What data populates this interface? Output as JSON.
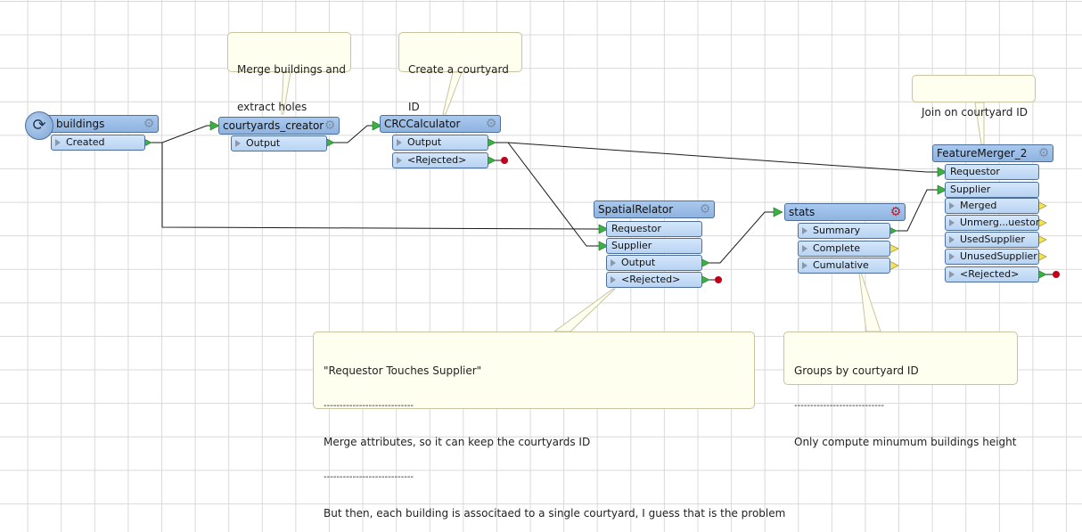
{
  "transformers": {
    "buildings": {
      "name": "buildings",
      "ports": [
        "Created"
      ]
    },
    "courtyards_creator": {
      "name": "courtyards_creator",
      "ports": [
        "Output"
      ]
    },
    "crc": {
      "name": "CRCCalculator",
      "ports": [
        "Output",
        "<Rejected>"
      ]
    },
    "spatial": {
      "name": "SpatialRelator",
      "ports": [
        "Requestor",
        "Supplier",
        "Output",
        "<Rejected>"
      ]
    },
    "stats": {
      "name": "stats",
      "ports": [
        "Summary",
        "Complete",
        "Cumulative"
      ]
    },
    "fm": {
      "name": "FeatureMerger_2",
      "ports": [
        "Requestor",
        "Supplier",
        "Merged",
        "Unmerg...uestor",
        "UsedSupplier",
        "UnusedSupplier",
        "<Rejected>"
      ]
    }
  },
  "notes": {
    "merge": [
      "Merge buildings and",
      "extract holes"
    ],
    "crc": [
      "Create a courtyard",
      "ID"
    ],
    "join": [
      "Join on courtyard ID"
    ],
    "spatial": [
      "\"Requestor Touches Supplier\"",
      "----------------------------",
      "Merge attributes, so it can keep the courtyards ID",
      "----------------------------",
      "But then, each building is associtaed to a single courtyard, I guess that is the problem"
    ],
    "stats": [
      "Groups by courtyard ID",
      "----------------------------",
      "Only compute minumum buildings height"
    ]
  },
  "colors": {
    "header": "#a9c9ee",
    "port": "#c6ddf6",
    "border": "#4d6f99",
    "connector_in": "#3cb043",
    "rejected_dot": "#c0001a",
    "note_bg": "#fffff0",
    "grid": "#d9d9d9"
  },
  "icons": {
    "transformer": "gear-icon",
    "custom": "red-gear-icon",
    "creator": "creator-icon"
  }
}
